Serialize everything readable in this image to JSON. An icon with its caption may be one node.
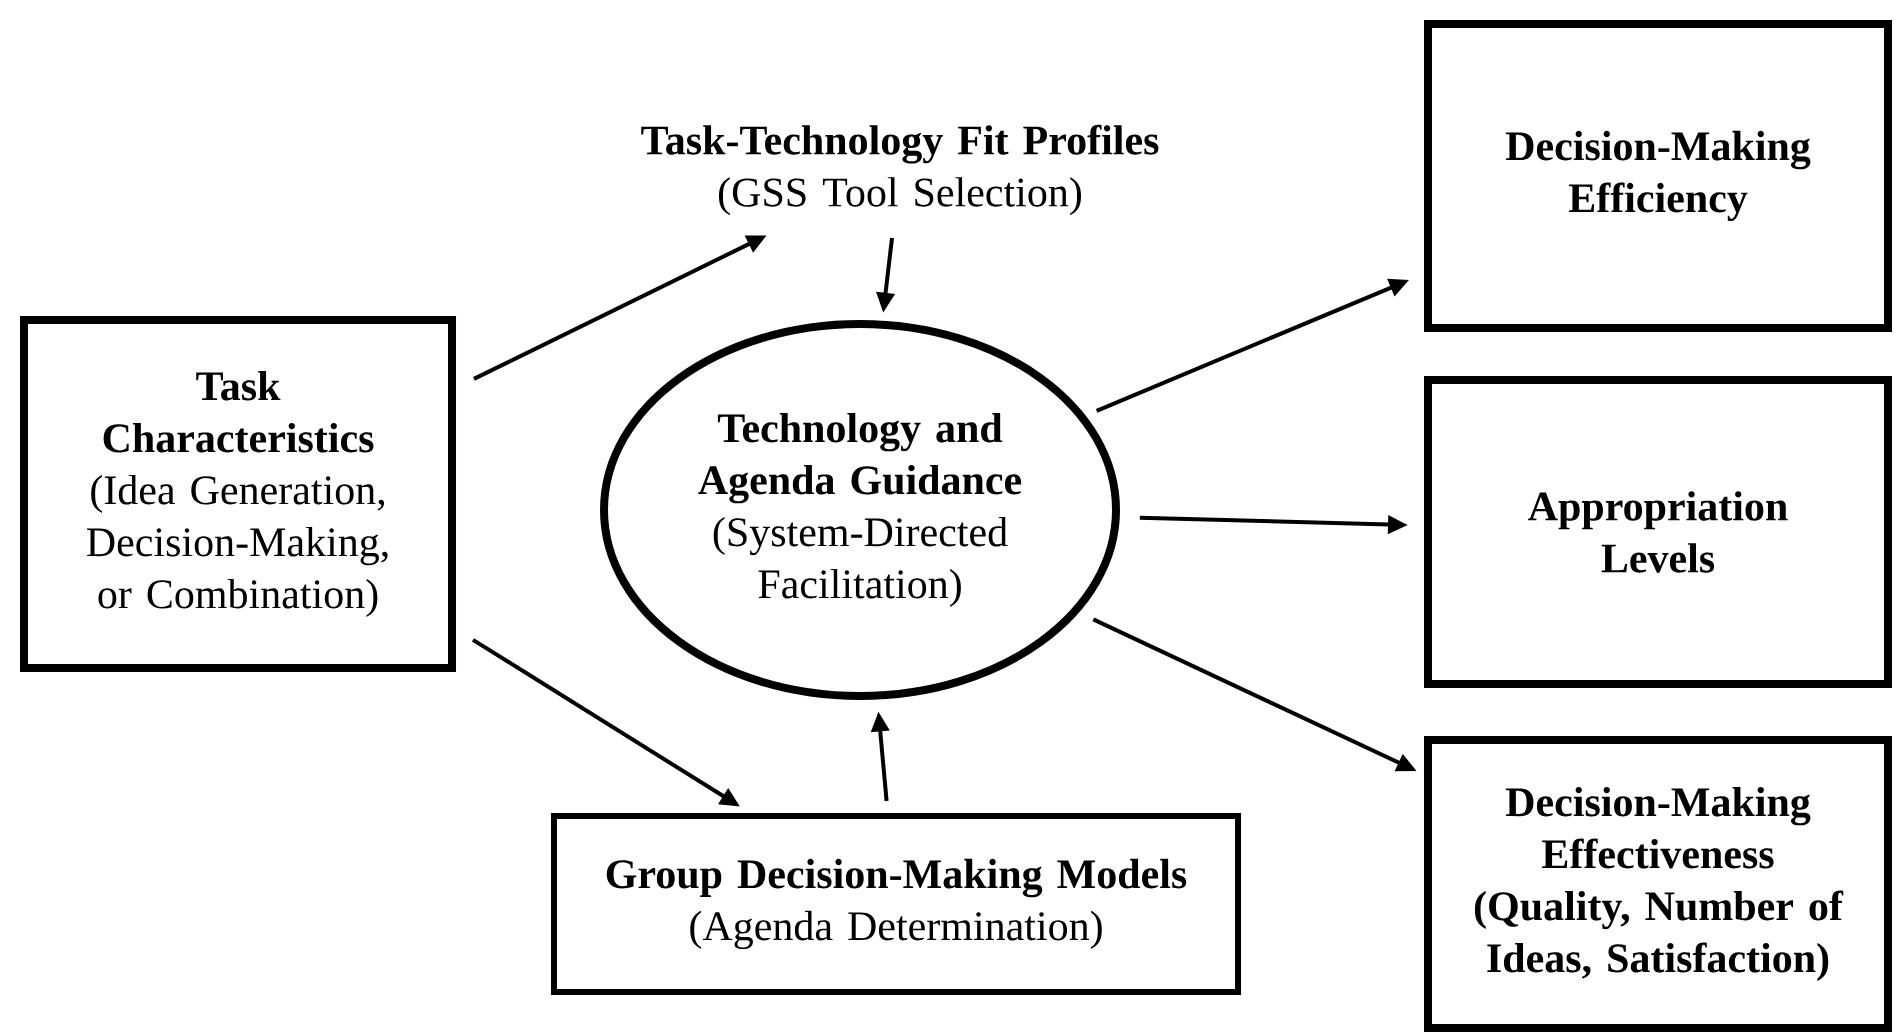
{
  "diagram": {
    "nodes": [
      {
        "text": [
          "Task Characteristics",
          "(Idea Generation, Decision-Making, or Combination)"
        ]
      },
      {
        "text": [
          "Task-Technology Fit Profiles",
          "(GSS Tool Selection)"
        ]
      },
      {
        "text": [
          "Technology and Agenda Guidance",
          "(System-Directed Facilitation)"
        ]
      },
      {
        "text": [
          "Group Decision-Making Models",
          "(Agenda Determination)"
        ]
      },
      {
        "text": [
          "Decision-Making Efficiency"
        ]
      },
      {
        "text": [
          "Appropriation Levels"
        ]
      },
      {
        "text": [
          "Decision-Making Effectiveness",
          "(Quality, Number of Ideas, Satisfaction)"
        ]
      }
    ],
    "edges": [
      {
        "from": 0,
        "to": 1,
        "arrow": "to"
      },
      {
        "from": 1,
        "to": 2,
        "arrow": "to"
      },
      {
        "from": 0,
        "to": 3,
        "arrow": "to"
      },
      {
        "from": 3,
        "to": 2,
        "arrow": "to"
      },
      {
        "from": 2,
        "to": 4,
        "arrow": "to"
      },
      {
        "from": 2,
        "to": 5,
        "arrow": "to"
      },
      {
        "from": 2,
        "to": 6,
        "arrow": "to"
      }
    ]
  }
}
